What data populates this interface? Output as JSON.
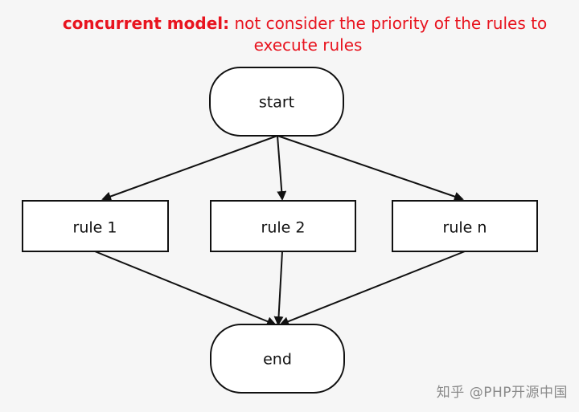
{
  "caption": {
    "bold_part": "concurrent model:",
    "line1_rest": " not consider the priority of the rules to",
    "line2": "execute rules"
  },
  "nodes": {
    "start": "start",
    "rule1": "rule 1",
    "rule2": "rule 2",
    "rulen": "rule n",
    "end": "end"
  },
  "watermark": "知乎 @PHP开源中国",
  "colors": {
    "caption": "#e8141f",
    "stroke": "#111111",
    "background": "#f6f6f6"
  }
}
